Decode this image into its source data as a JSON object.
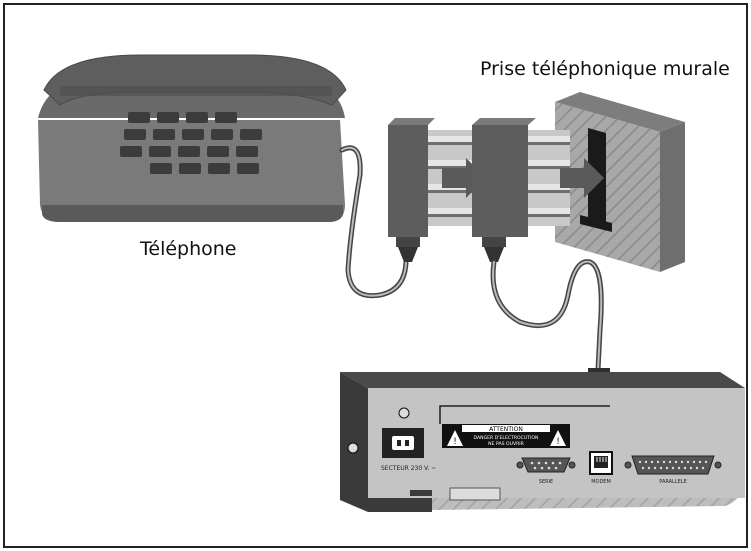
{
  "labels": {
    "wall_socket": "Prise téléphonique murale",
    "telephone": "Téléphone"
  },
  "device": {
    "warning_title": "ATTENTION",
    "warning_line1": "DANGER D'ELECTROCUTION",
    "warning_line2": "NE PAS OUVRIR",
    "power_label": "SECTEUR 230 V. ~",
    "port_serial": "SERIE",
    "port_modem": "MODEM",
    "port_parallel": "PARALLELE"
  },
  "colors": {
    "dark_gray": "#555555",
    "mid_gray": "#888888",
    "light_gray": "#b5b5b5",
    "wall": "#9a9a9a",
    "border": "#333333"
  }
}
